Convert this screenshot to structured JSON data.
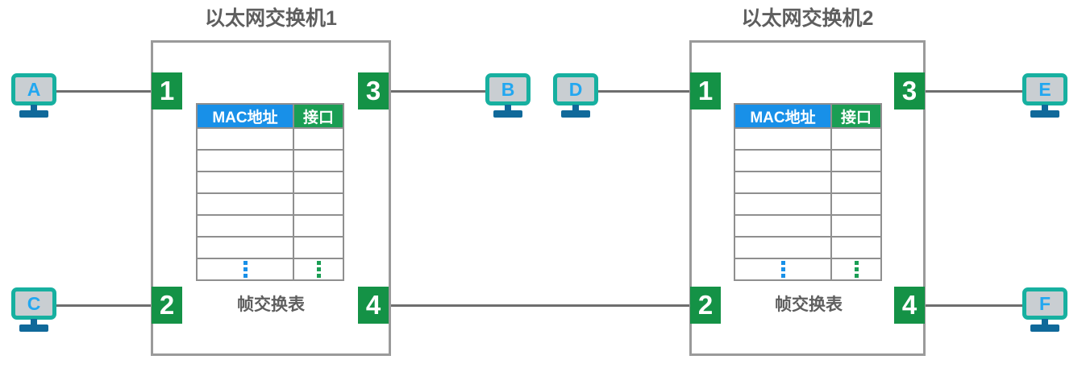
{
  "diagram": {
    "title_hidden": "以太网交换机互连示意图",
    "table_columns": [
      "MAC地址",
      "接口"
    ],
    "table_caption": "帧交换表",
    "empty_row_count": 6,
    "ellipsis_symbol": "⋮",
    "colors": {
      "port_green": "#149246",
      "header_blue": "#1890e8",
      "header_green": "#1a9e54",
      "wire_gray": "#6e6e6e",
      "box_border": "#9a9a9a",
      "host_frame": "#17b0a0",
      "host_screen": "#c9ced2",
      "host_letter": "#22a7f0",
      "host_base": "#10699a",
      "text_gray": "#5e5e5e"
    }
  },
  "switches": [
    {
      "id": "switch-1",
      "title": "以太网交换机1",
      "ports": [
        {
          "label": "1",
          "side": "left",
          "position": "top"
        },
        {
          "label": "2",
          "side": "left",
          "position": "bottom"
        },
        {
          "label": "3",
          "side": "right",
          "position": "top"
        },
        {
          "label": "4",
          "side": "right",
          "position": "bottom"
        }
      ],
      "table_caption": "帧交换表"
    },
    {
      "id": "switch-2",
      "title": "以太网交换机2",
      "ports": [
        {
          "label": "1",
          "side": "left",
          "position": "top"
        },
        {
          "label": "2",
          "side": "left",
          "position": "bottom"
        },
        {
          "label": "3",
          "side": "right",
          "position": "top"
        },
        {
          "label": "4",
          "side": "right",
          "position": "bottom"
        }
      ],
      "table_caption": "帧交换表"
    }
  ],
  "hosts": [
    {
      "id": "host-a",
      "label": "A"
    },
    {
      "id": "host-c",
      "label": "C"
    },
    {
      "id": "host-b",
      "label": "B"
    },
    {
      "id": "host-d",
      "label": "D"
    },
    {
      "id": "host-e",
      "label": "E"
    },
    {
      "id": "host-f",
      "label": "F"
    }
  ],
  "links": [
    {
      "from": "host-a",
      "to": "switch-1:1"
    },
    {
      "from": "host-c",
      "to": "switch-1:2"
    },
    {
      "from": "switch-1:3",
      "to": "host-b"
    },
    {
      "from": "host-d",
      "to": "switch-2:1"
    },
    {
      "from": "switch-1:4",
      "to": "switch-2:2"
    },
    {
      "from": "switch-2:3",
      "to": "host-e"
    },
    {
      "from": "switch-2:4",
      "to": "host-f"
    }
  ]
}
